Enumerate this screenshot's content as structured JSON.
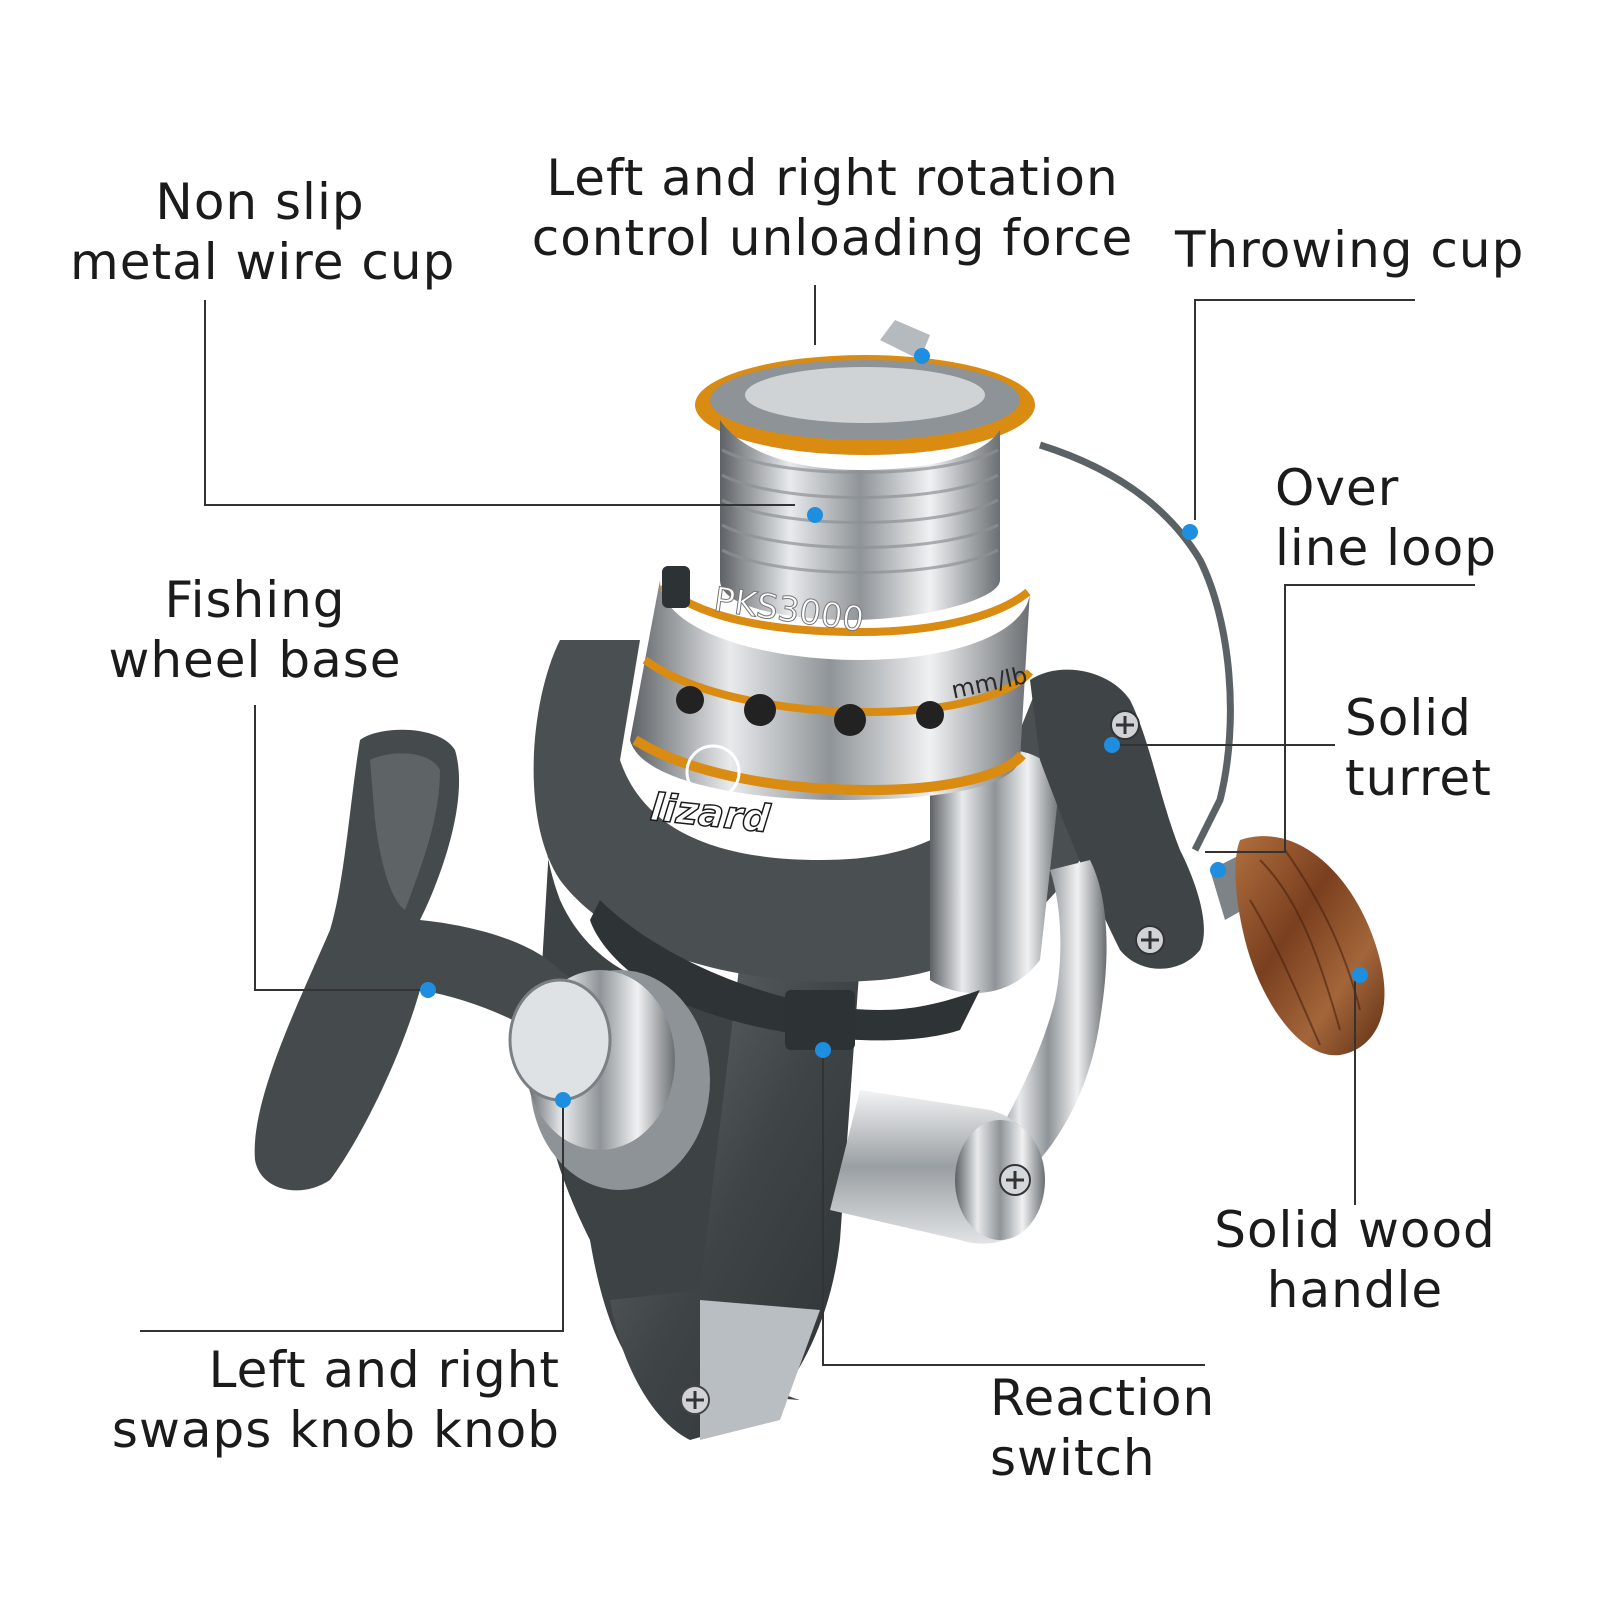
{
  "product": {
    "model_text": "PKS3000",
    "brand_text": "lizard",
    "spool_mark": "mm/lb"
  },
  "colors": {
    "leader_line": "#333333",
    "dot": "#1e8fe0",
    "gold_accent": "#d98b12",
    "body_dark": "#44494b",
    "chrome": "#c9cdd0",
    "wood": "#8a4e2a"
  },
  "callouts": [
    {
      "id": "wire-cup",
      "lines": [
        "Non slip",
        "metal wire cup"
      ]
    },
    {
      "id": "rotation",
      "lines": [
        "Left and right rotation",
        "control unloading force"
      ]
    },
    {
      "id": "throwing-cup",
      "lines": [
        "Throwing cup"
      ]
    },
    {
      "id": "line-loop",
      "lines": [
        "Over",
        "line loop"
      ]
    },
    {
      "id": "wheel-base",
      "lines": [
        "Fishing",
        "wheel base"
      ]
    },
    {
      "id": "turret",
      "lines": [
        "Solid",
        "turret"
      ]
    },
    {
      "id": "wood-handle",
      "lines": [
        "Solid wood",
        "handle"
      ]
    },
    {
      "id": "swap-knob",
      "lines": [
        "Left and right",
        "swaps knob knob"
      ]
    },
    {
      "id": "reaction-switch",
      "lines": [
        "Reaction",
        "switch"
      ]
    }
  ]
}
